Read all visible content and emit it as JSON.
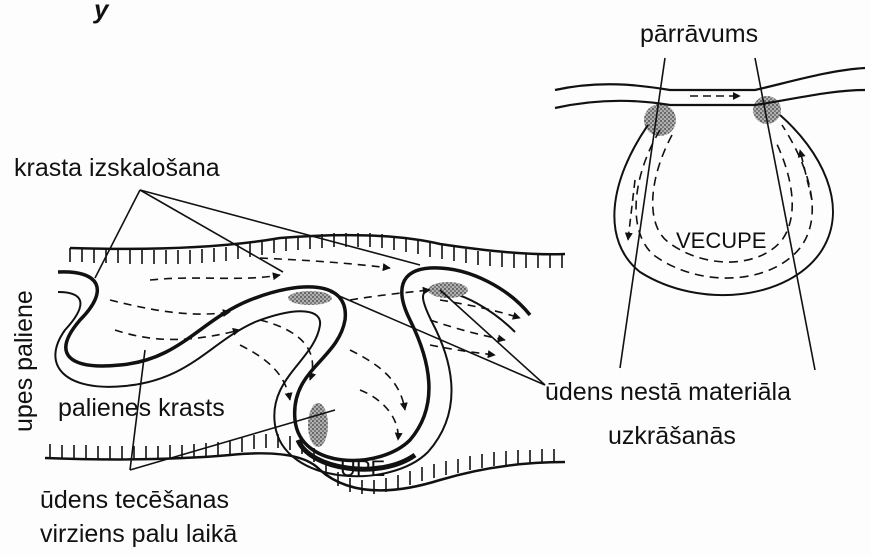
{
  "labels": {
    "corner_mark": "y",
    "bank_erosion": "krasta izskalošana",
    "floodplain": "upes paliene",
    "floodplain_bank": "palienes krasts",
    "flood_flow_1": "ūdens tecēšanas",
    "flood_flow_2": "virziens palu laikā",
    "river": "UPE",
    "oxbow": "VECUPE",
    "breach": "pārrāvums",
    "deposit_1": "ūdens nestā materiāla",
    "deposit_2": "uzkrāšanās"
  },
  "colors": {
    "ink": "#111111",
    "sediment": "#8a8a8a"
  }
}
